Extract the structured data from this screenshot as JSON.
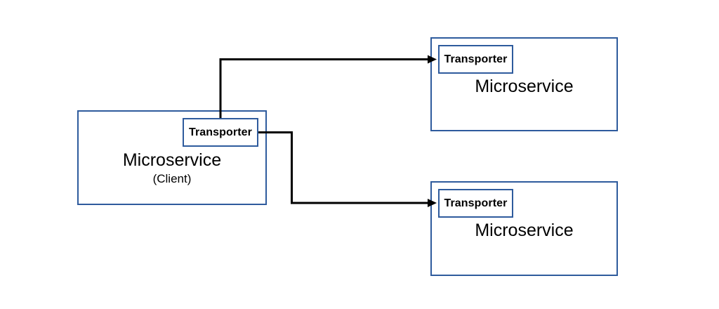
{
  "colors": {
    "box_border": "#2e5b9d",
    "connector": "#000000",
    "text": "#000000",
    "background": "#ffffff"
  },
  "diagram": {
    "client_service": {
      "title": "Microservice",
      "subtitle": "(Client)",
      "transporter_label": "Transporter"
    },
    "remote_services": [
      {
        "title": "Microservice",
        "transporter_label": "Transporter"
      },
      {
        "title": "Microservice",
        "transporter_label": "Transporter"
      }
    ]
  }
}
